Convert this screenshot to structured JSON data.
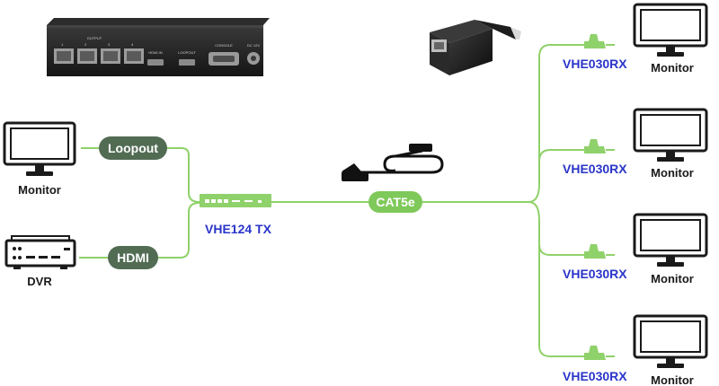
{
  "colors": {
    "cable": "#8fd16a",
    "pill_dark": "#526c54",
    "pill_cat": "#7fc95a",
    "device_label": "#2a35c9",
    "box": "#1f1f1f"
  },
  "links": {
    "loopout": "Loopout",
    "hdmi": "HDMI",
    "cat5e": "CAT5e"
  },
  "sources": {
    "monitor_label": "Monitor",
    "dvr_label": "DVR"
  },
  "transmitter": {
    "label": "VHE124 TX",
    "panel": {
      "output_label": "OUTPUT",
      "port_numbers": [
        "1",
        "2",
        "3",
        "4"
      ],
      "hdmi_in": "HDMI IN",
      "loopout": "LOOPOUT",
      "console": "CONSOLE",
      "dc": "DC 12V"
    }
  },
  "receivers": [
    {
      "label": "VHE030RX",
      "monitor": "Monitor"
    },
    {
      "label": "VHE030RX",
      "monitor": "Monitor"
    },
    {
      "label": "VHE030RX",
      "monitor": "Monitor"
    },
    {
      "label": "VHE030RX",
      "monitor": "Monitor"
    }
  ],
  "icons": {
    "device_photo": "hdmi-extender-transmitter-photo",
    "adapter_photo": "hdmi-rj45-adapter-photo",
    "cable": "ethernet-cable-icon",
    "monitor": "monitor-icon",
    "dvr": "dvr-icon",
    "tx_module": "transmitter-module-icon",
    "rx_module": "receiver-module-icon"
  }
}
